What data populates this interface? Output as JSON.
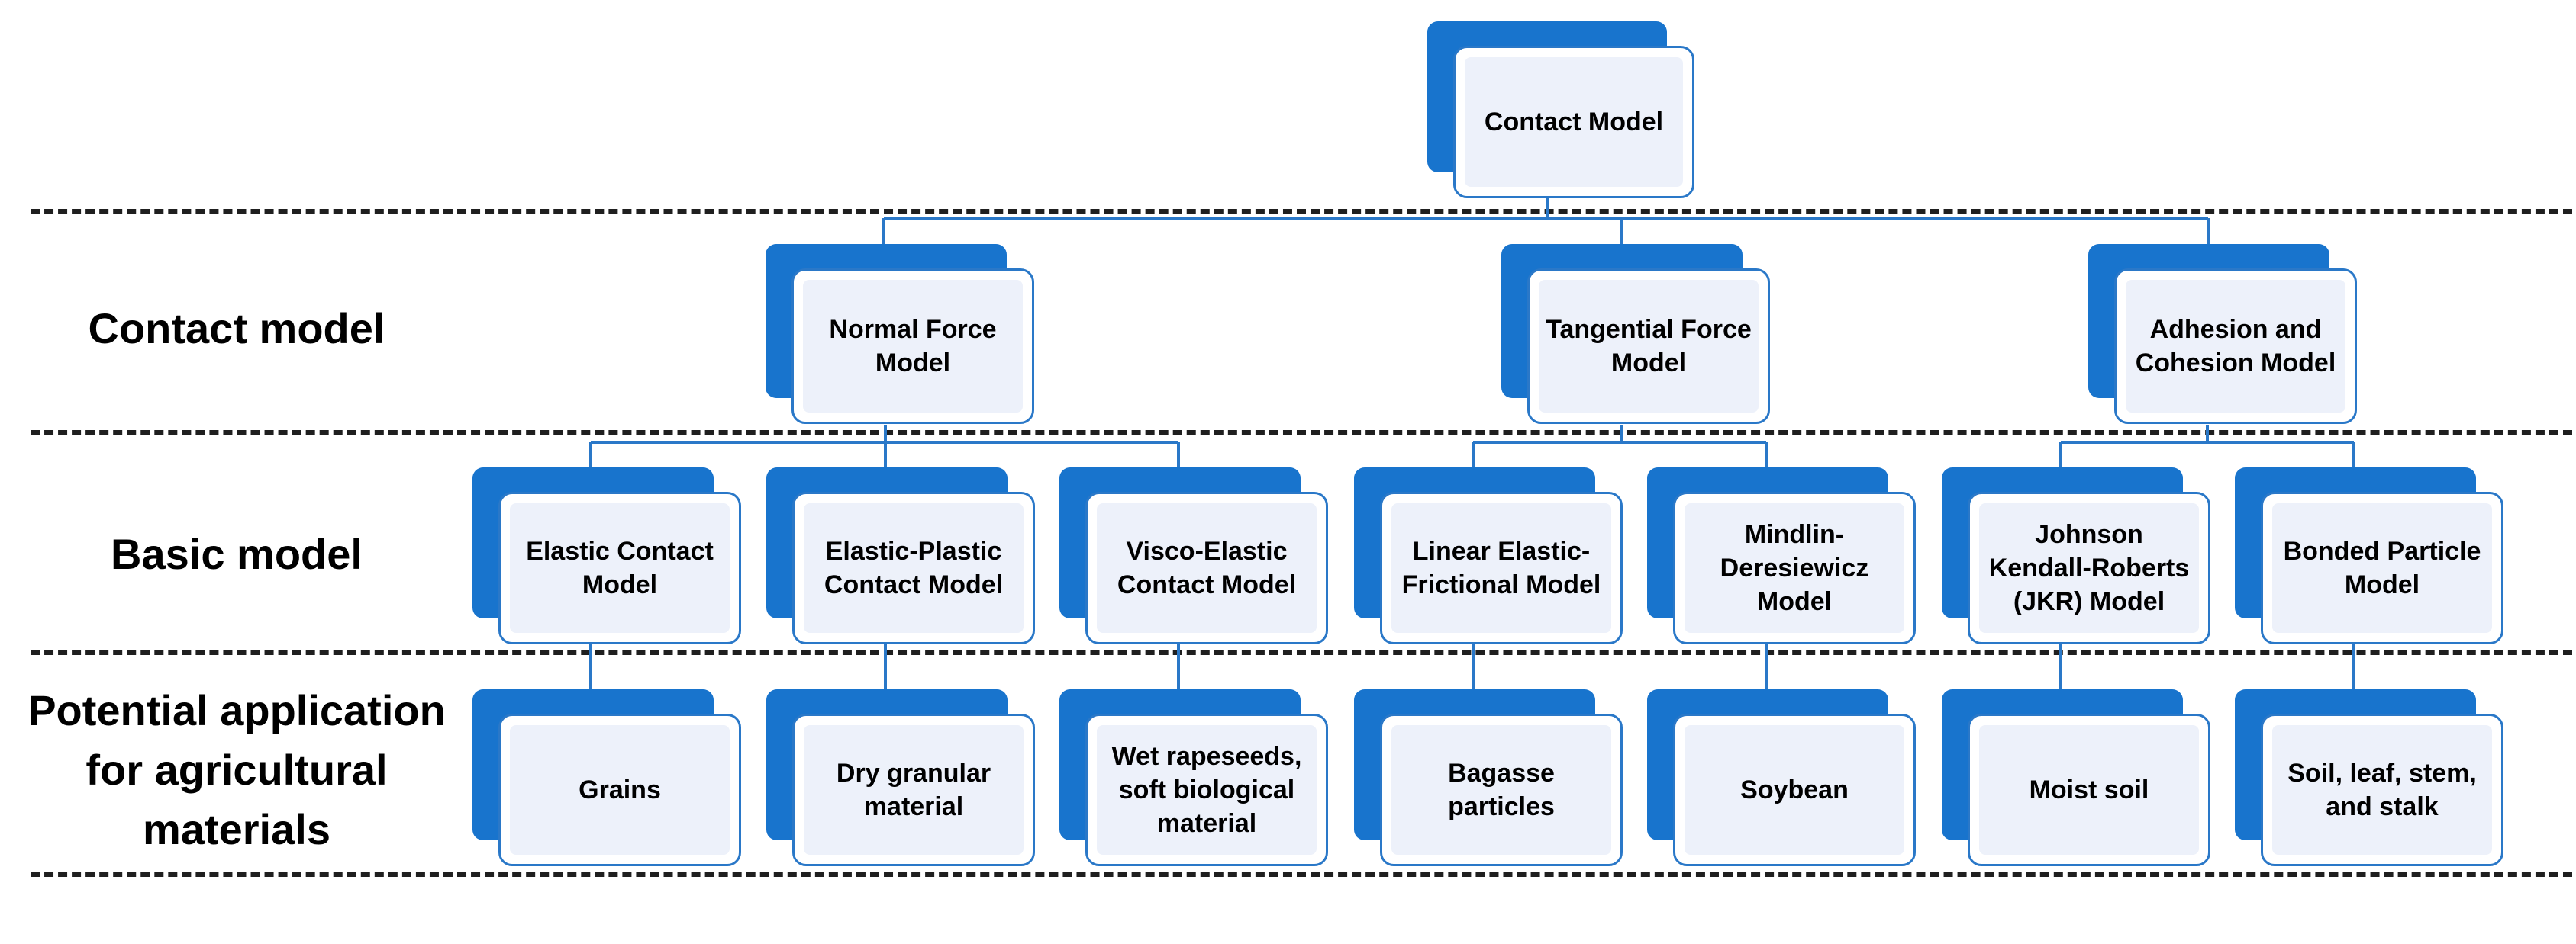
{
  "row_labels": {
    "contact": "Contact model",
    "basic": "Basic model",
    "application": "Potential application\nfor agricultural\nmaterials"
  },
  "root": {
    "label": "Contact Model"
  },
  "force_models": [
    {
      "label": "Normal Force\nModel"
    },
    {
      "label": "Tangential Force\nModel"
    },
    {
      "label": "Adhesion and\nCohesion Model"
    }
  ],
  "basic_models": [
    {
      "label": "Elastic Contact\nModel"
    },
    {
      "label": "Elastic-Plastic\nContact Model"
    },
    {
      "label": "Visco-Elastic\nContact Model"
    },
    {
      "label": "Linear Elastic-\nFrictional Model"
    },
    {
      "label": "Mindlin-\nDeresiewicz\nModel"
    },
    {
      "label": "Johnson\nKendall-Roberts\n(JKR) Model"
    },
    {
      "label": "Bonded Particle\nModel"
    }
  ],
  "applications": [
    {
      "label": "Grains"
    },
    {
      "label": "Dry granular\nmaterial"
    },
    {
      "label": "Wet rapeseeds,\nsoft biological\nmaterial"
    },
    {
      "label": "Bagasse\nparticles"
    },
    {
      "label": "Soybean"
    },
    {
      "label": "Moist soil"
    },
    {
      "label": "Soil, leaf, stem,\nand stalk"
    }
  ],
  "colors": {
    "box_back": "#1874cd",
    "box_border": "#2a78c8",
    "box_fill": "#edf1fa",
    "connector": "#2a78c8"
  }
}
